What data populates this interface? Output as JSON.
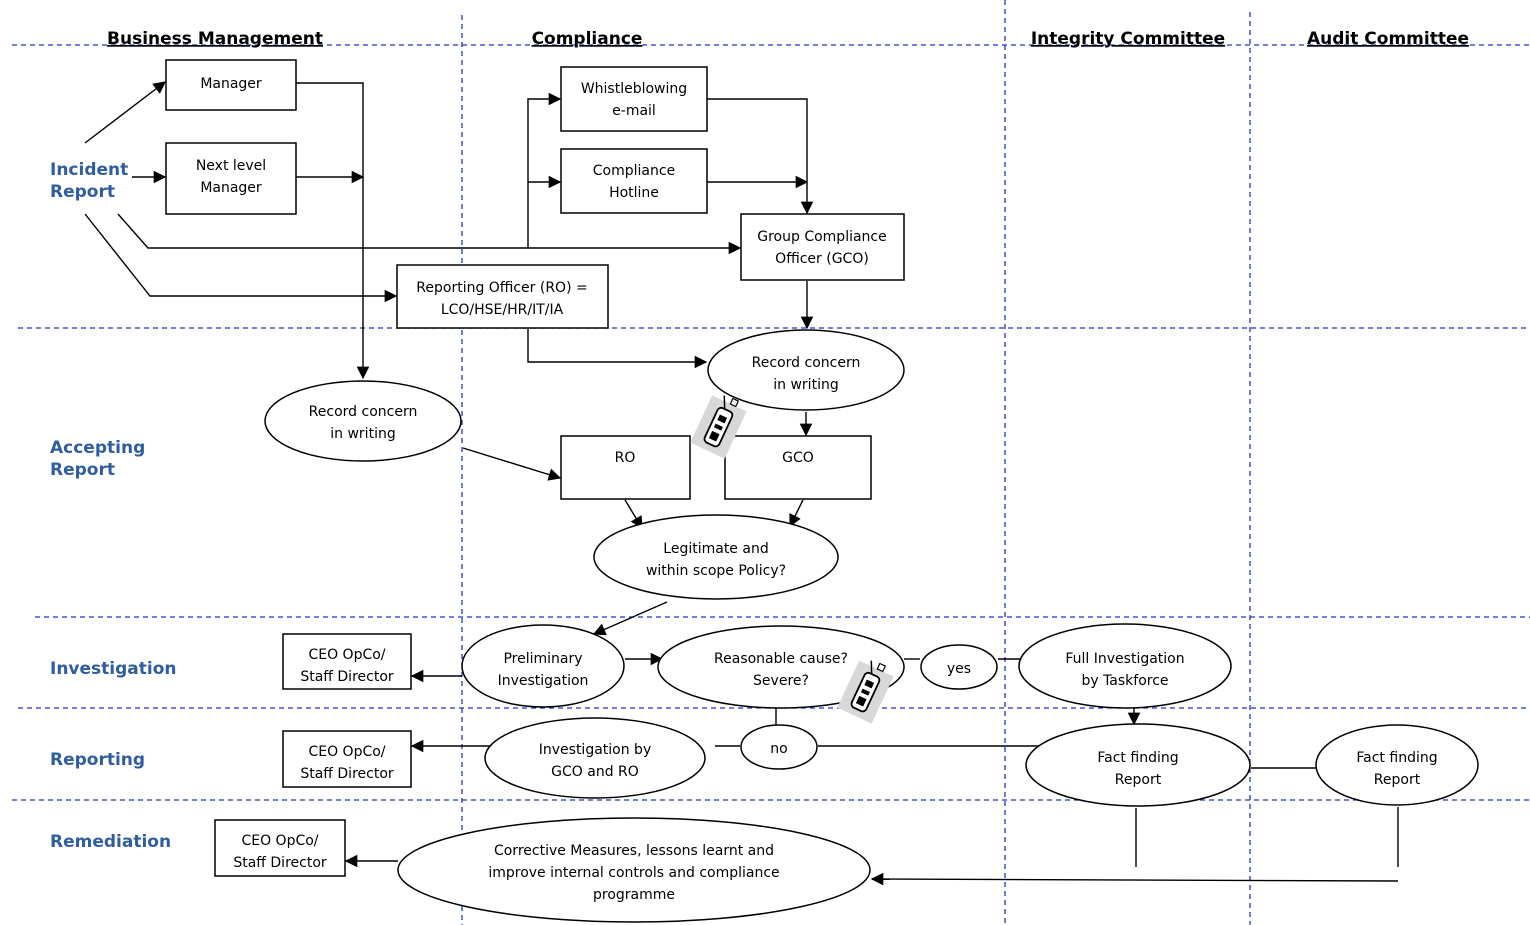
{
  "lanes": {
    "business_management": "Business Management",
    "compliance": "Compliance",
    "integrity_committee": "Integrity Committee",
    "audit_committee": "Audit Committee"
  },
  "rows": {
    "incident_report": [
      "Incident",
      "Report"
    ],
    "accepting_report": [
      "Accepting",
      "Report"
    ],
    "investigation": [
      "Investigation"
    ],
    "reporting": [
      "Reporting"
    ],
    "remediation": [
      "Remediation"
    ]
  },
  "nodes": {
    "manager": [
      "Manager"
    ],
    "next_level_manager": [
      "Next level",
      "Manager"
    ],
    "whistleblowing_email": [
      "Whistleblowing",
      "e-mail"
    ],
    "compliance_hotline": [
      "Compliance",
      "Hotline"
    ],
    "group_compliance_officer": [
      "Group Compliance",
      "Officer (GCO)"
    ],
    "reporting_officer": [
      "Reporting Officer (RO) =",
      "LCO/HSE/HR/IT/IA"
    ],
    "record_concern_bm": [
      "Record concern",
      "in writing"
    ],
    "record_concern_compliance": [
      "Record concern",
      "in writing"
    ],
    "ro": [
      "RO"
    ],
    "gco": [
      "GCO"
    ],
    "legitimate_scope": [
      "Legitimate and",
      "within scope Policy?"
    ],
    "ceo_investigation": [
      "CEO OpCo/",
      "Staff Director"
    ],
    "preliminary_investigation": [
      "Preliminary",
      "Investigation"
    ],
    "reasonable_cause": [
      "Reasonable cause?",
      "Severe?"
    ],
    "yes": [
      "yes"
    ],
    "full_investigation": [
      "Full Investigation",
      "by Taskforce"
    ],
    "ceo_reporting": [
      "CEO OpCo/",
      "Staff Director"
    ],
    "investigation_gco_ro": [
      "Investigation by",
      "GCO and RO"
    ],
    "no": [
      "no"
    ],
    "fact_finding_integrity": [
      "Fact finding",
      "Report"
    ],
    "fact_finding_audit": [
      "Fact finding",
      "Report"
    ],
    "ceo_remediation": [
      "CEO OpCo/",
      "Staff Director"
    ],
    "corrective_measures": [
      "Corrective Measures, lessons learnt and",
      "improve internal controls and compliance",
      "programme"
    ]
  },
  "icons": {
    "remote": "handheld-device-icon"
  },
  "colors": {
    "guide_lines": "#2233cc",
    "row_labels": "#2f5d9e"
  }
}
